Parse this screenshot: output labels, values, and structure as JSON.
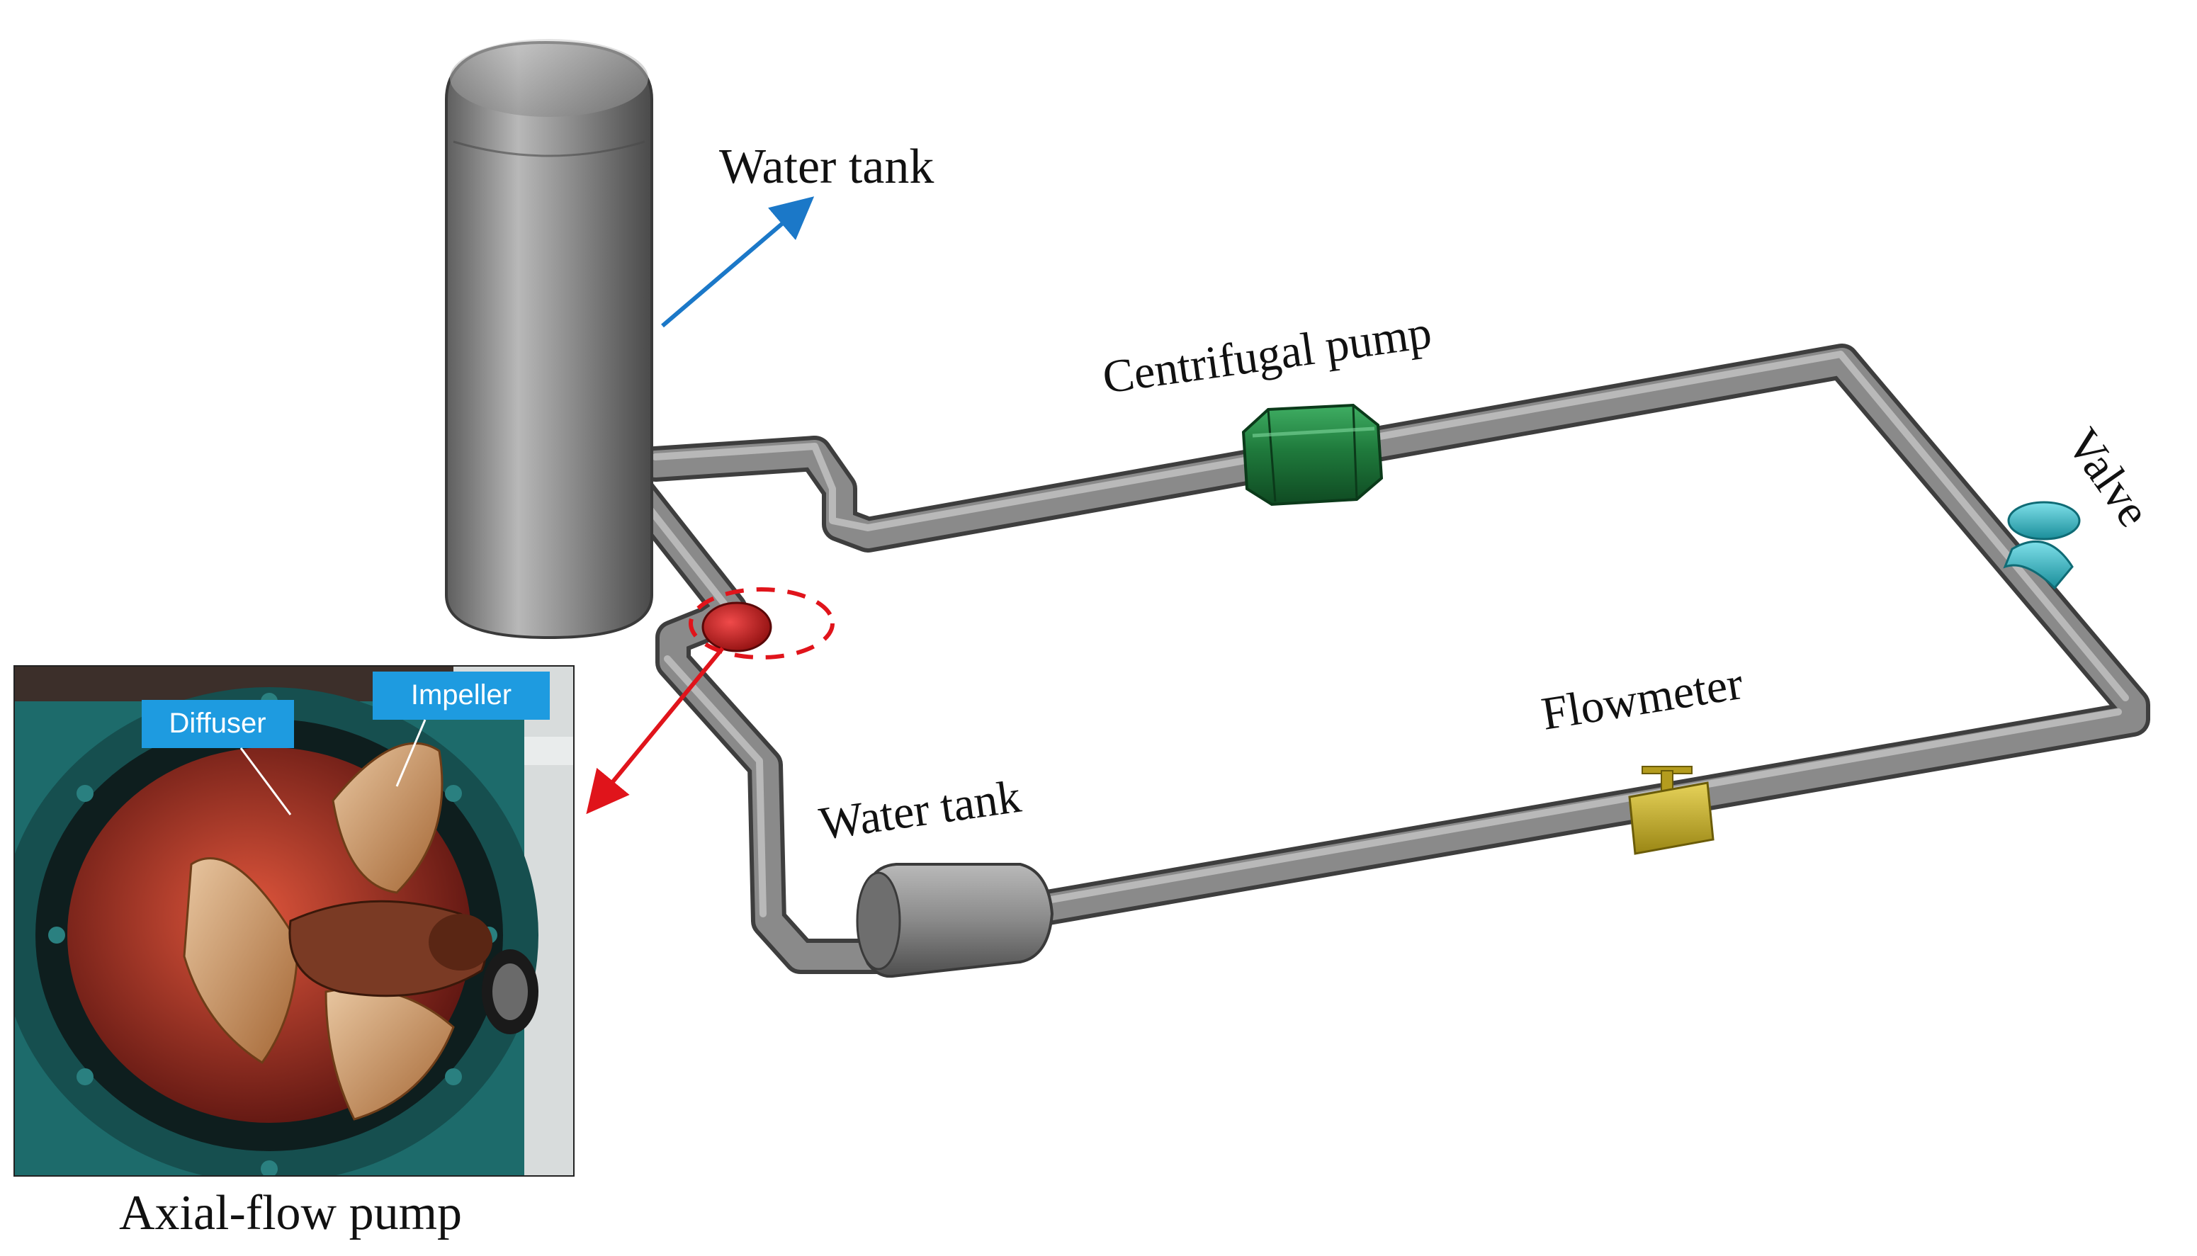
{
  "labels": {
    "water_tank_top": "Water tank",
    "centrifugal_pump": "Centrifugal pump",
    "valve": "Valve",
    "flowmeter": "Flowmeter",
    "water_tank_bottom": "Water tank",
    "axial_flow_pump": "Axial-flow pump"
  },
  "photo_tags": {
    "diffuser": "Diffuser",
    "impeller": "Impeller"
  },
  "colors": {
    "pipe": "#8a8a8a",
    "tank": "#8c8c8c",
    "centrifugal_pump": "#1f7a3c",
    "valve": "#2bb6c4",
    "flowmeter": "#c9b22a",
    "axial_pump_marker": "#c8181a",
    "arrow_blue": "#1b78c8",
    "arrow_red": "#e0141b",
    "tag_bg": "#1e9be0",
    "casing": "#1d6b6b",
    "blade": "#c78a5a"
  }
}
